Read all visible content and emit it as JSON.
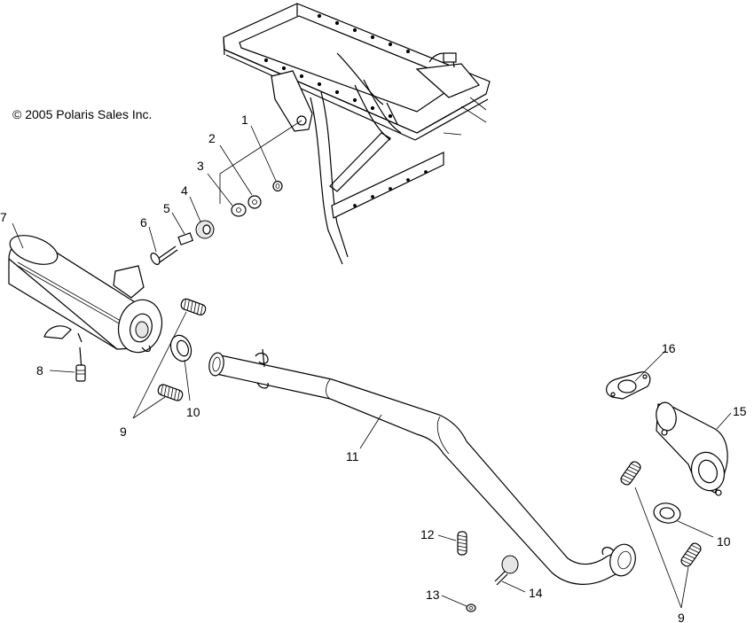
{
  "copyright": "© 2005 Polaris Sales Inc.",
  "callouts": [
    {
      "id": "1",
      "label": "1"
    },
    {
      "id": "2",
      "label": "2"
    },
    {
      "id": "3",
      "label": "3"
    },
    {
      "id": "4",
      "label": "4"
    },
    {
      "id": "5",
      "label": "5"
    },
    {
      "id": "6",
      "label": "6"
    },
    {
      "id": "7",
      "label": "7"
    },
    {
      "id": "8",
      "label": "8"
    },
    {
      "id": "9a",
      "label": "9"
    },
    {
      "id": "10a",
      "label": "10"
    },
    {
      "id": "11",
      "label": "11"
    },
    {
      "id": "12",
      "label": "12"
    },
    {
      "id": "13",
      "label": "13"
    },
    {
      "id": "14",
      "label": "14"
    },
    {
      "id": "15",
      "label": "15"
    },
    {
      "id": "16",
      "label": "16"
    },
    {
      "id": "10b",
      "label": "10"
    },
    {
      "id": "9b",
      "label": "9"
    }
  ]
}
